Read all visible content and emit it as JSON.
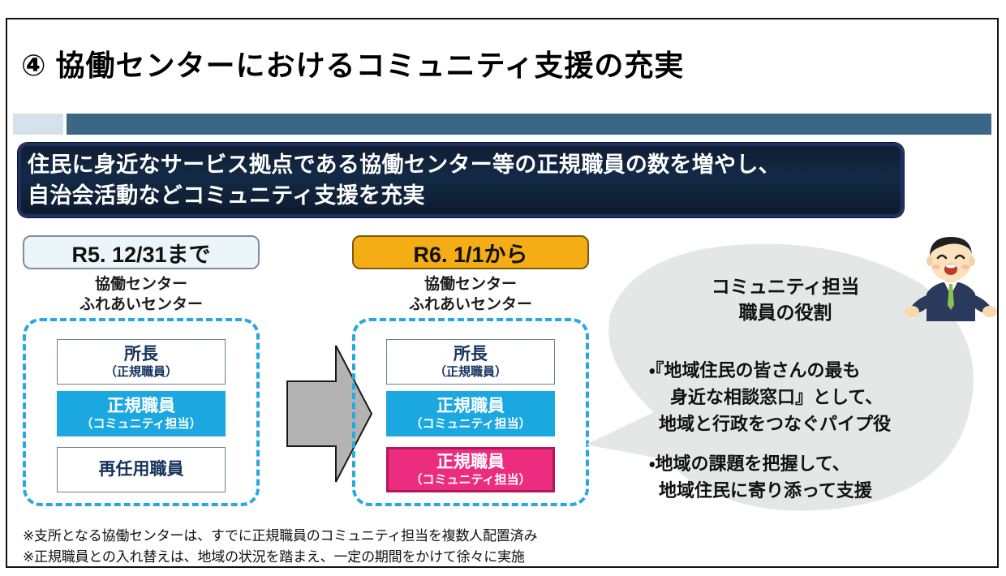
{
  "slide": {
    "title": "④ 協働センターにおけるコミュニティ支援の充実",
    "banner": {
      "line1": "住民に身近なサービス拠点である協働センター等の正規職員の数を増やし、",
      "line2": "自治会活動などコミュニティ支援を充実"
    },
    "columns": {
      "before": {
        "pill_label": "R5. 12/31まで",
        "sub_line1": "協働センター",
        "sub_line2": "ふれあいセンター",
        "roles": [
          {
            "main": "所長",
            "sub": "（正規職員）",
            "style": "white"
          },
          {
            "main": "正規職員",
            "sub": "（コミュニティ担当）",
            "style": "cyan"
          },
          {
            "main": "再任用職員",
            "sub": "",
            "style": "white"
          }
        ]
      },
      "after": {
        "pill_label": "R6. 1/1から",
        "sub_line1": "協働センター",
        "sub_line2": "ふれあいセンター",
        "roles": [
          {
            "main": "所長",
            "sub": "（正規職員）",
            "style": "white"
          },
          {
            "main": "正規職員",
            "sub": "（コミュニティ担当）",
            "style": "cyan"
          },
          {
            "main": "正規職員",
            "sub": "（コミュニティ担当）",
            "style": "pink"
          }
        ]
      }
    },
    "bubble": {
      "title_line1": "コミュニティ担当",
      "title_line2": "職員の役割",
      "item1_line1": "・『地域住民の皆さんの最も",
      "item1_line2": "身近な相談窓口』として、",
      "item1_line3": "地域と行政をつなぐパイプ役",
      "item2_line1": "・地域の課題を把握して、",
      "item2_line2": "地域住民に寄り添って支援"
    },
    "footnotes": [
      "※支所となる協働センターは、すでに正規職員のコミュニティ担当を複数人配置済み",
      "※正規職員との入れ替えは、地域の状況を踏まえ、一定の期間をかけて徐々に実施"
    ],
    "colors": {
      "band": "#3b6686",
      "band_left": "#d6e1ea",
      "banner_bg": "#132a46",
      "pill_before_bg": "#ecf6fa",
      "pill_after_bg": "#f5ad15",
      "dashed_border": "#29a8e0",
      "role_cyan": "#1ba7e0",
      "role_pink": "#ec2c7f",
      "role_pink_border": "#b4165c",
      "bubble_bg": "#e3e8e7",
      "arrow_fill": "#b3b3b3"
    }
  }
}
